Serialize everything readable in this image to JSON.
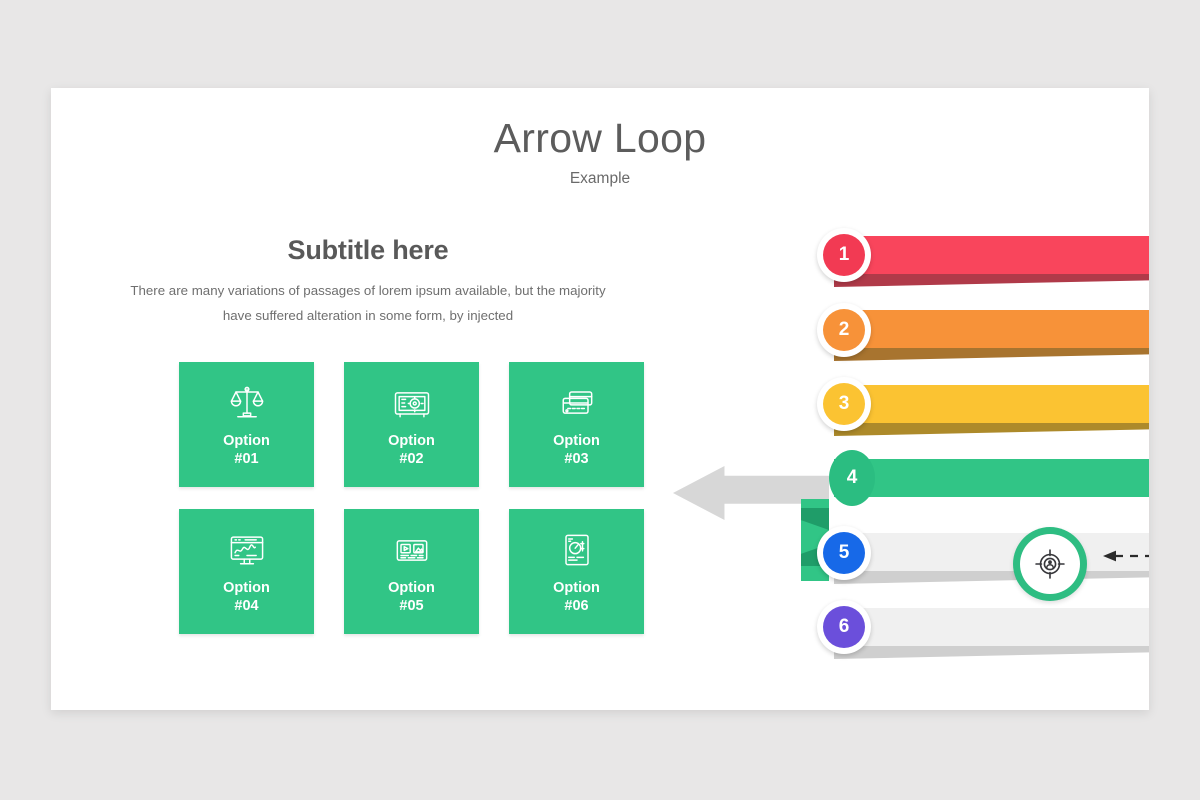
{
  "canvas": {
    "background": "#e8e7e7",
    "slide_background": "#ffffff"
  },
  "header": {
    "title": "Arrow Loop",
    "subtitle": "Example"
  },
  "left_panel": {
    "heading": "Subtitle here",
    "paragraph": "There are many variations of passages of lorem ipsum available, but the majority have suffered alteration in some form, by injected",
    "card_color": "#31c586",
    "cards": [
      {
        "label_line1": "Option",
        "label_line2": "#01",
        "icon": "balance-scales-icon"
      },
      {
        "label_line1": "Option",
        "label_line2": "#02",
        "icon": "safe-vault-icon"
      },
      {
        "label_line1": "Option",
        "label_line2": "#03",
        "icon": "credit-cards-icon"
      },
      {
        "label_line1": "Option",
        "label_line2": "#04",
        "icon": "monitor-chart-icon"
      },
      {
        "label_line1": "Option",
        "label_line2": "#05",
        "icon": "news-media-icon"
      },
      {
        "label_line1": "Option",
        "label_line2": "#06",
        "icon": "document-dollar-icon"
      }
    ]
  },
  "loop": {
    "bars": [
      {
        "number": "1",
        "color": "#f9455c",
        "shadow": "#b03a49",
        "state": "active"
      },
      {
        "number": "2",
        "color": "#f79239",
        "shadow": "#a8742f",
        "state": "active"
      },
      {
        "number": "3",
        "color": "#fbc332",
        "shadow": "#ad8a2a",
        "state": "active"
      },
      {
        "number": "4",
        "color": "#31c586",
        "shadow": "#1f9d69",
        "state": "current"
      },
      {
        "number": "5",
        "color": "#f0f0f0",
        "shadow": "#cfcfcf",
        "state": "inactive",
        "badge_color": "#1769e8"
      },
      {
        "number": "6",
        "color": "#f0f0f0",
        "shadow": "#cfcfcf",
        "state": "inactive",
        "badge_color": "#6b4fdb"
      }
    ],
    "marker_icon": "target-person-icon",
    "marker_ring_color": "#2ebd82",
    "return_arrow_icon": "dashed-left-arrow-icon",
    "big_arrow_icon": "left-arrow-icon",
    "big_arrow_color": "#d7d7d7"
  }
}
